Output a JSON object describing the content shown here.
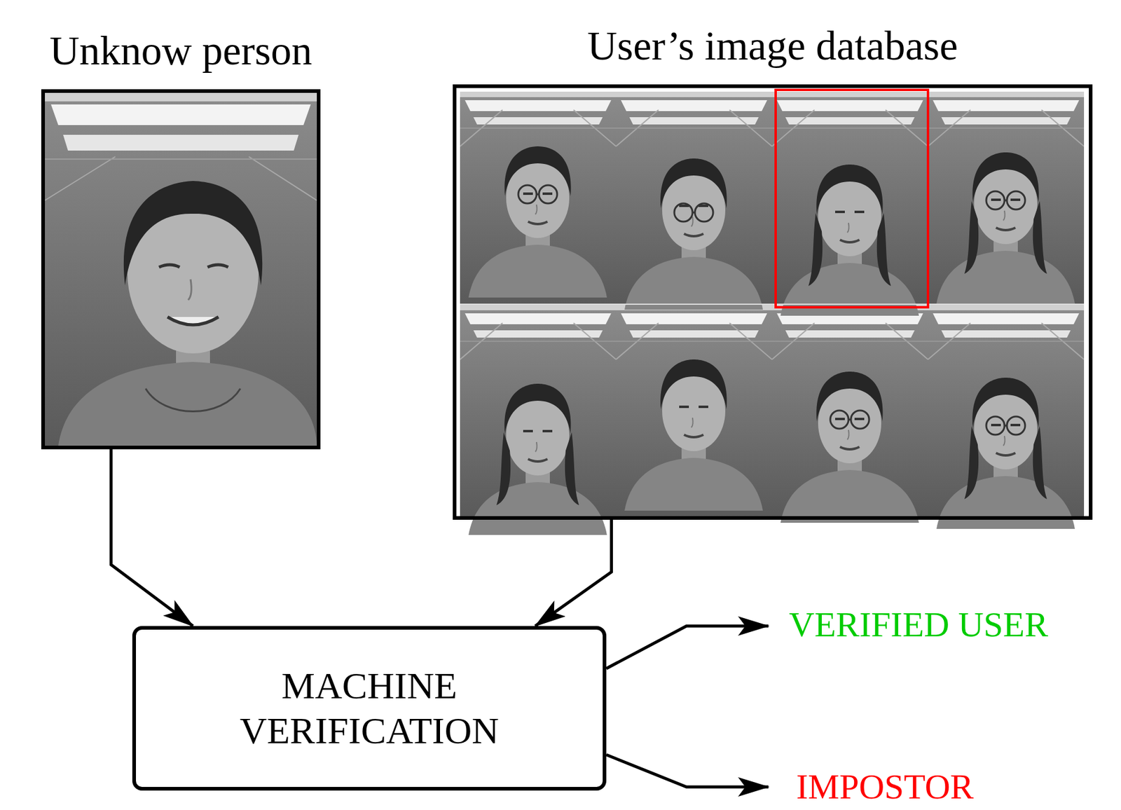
{
  "diagram": {
    "nodes": [
      {
        "text": [
          "Unknow person"
        ]
      },
      {
        "text": [
          "User’s image database"
        ]
      },
      {
        "text": [
          "MACHINE VERIFICATION"
        ]
      }
    ],
    "edges": [
      {
        "from": 0,
        "to": 2,
        "arrow": "to"
      },
      {
        "from": 1,
        "to": 2,
        "arrow": "to"
      }
    ],
    "labels": [
      "VERIFIED USER",
      "IMPOSTOR"
    ]
  }
}
